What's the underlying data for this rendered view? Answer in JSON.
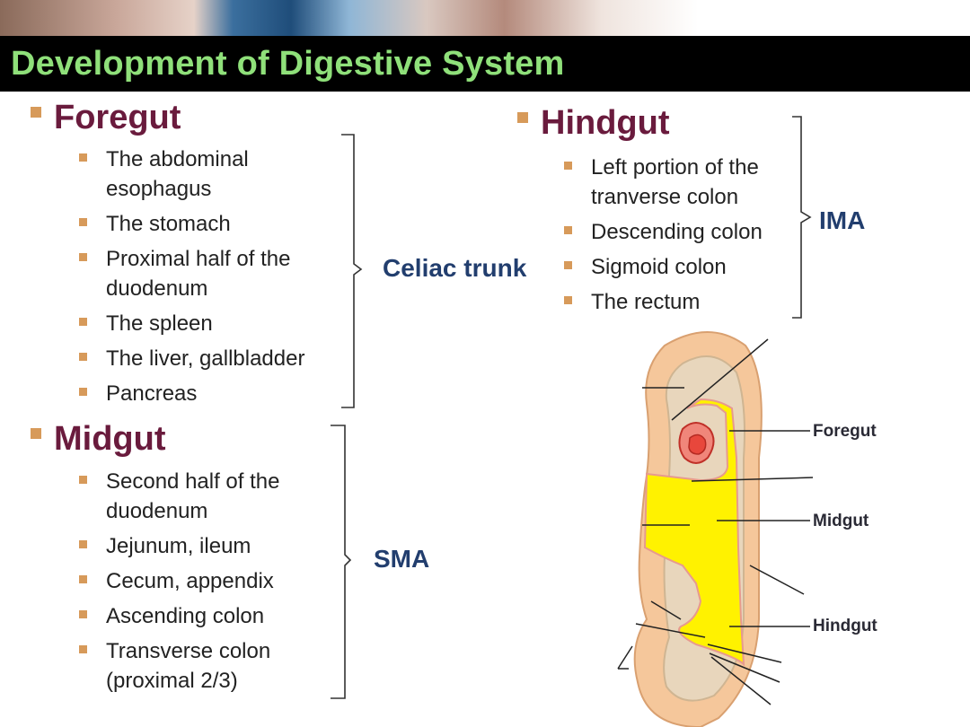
{
  "title": "Development of Digestive System",
  "foregut": {
    "heading": "Foregut",
    "items": [
      [
        "The abdominal",
        "esophagus"
      ],
      [
        "The stomach"
      ],
      [
        "Proximal half of the",
        "duodenum"
      ],
      [
        "The spleen"
      ],
      [
        "The liver, gallbladder"
      ],
      [
        "Pancreas"
      ]
    ],
    "artery": "Celiac trunk"
  },
  "midgut": {
    "heading": "Midgut",
    "items": [
      [
        "Second half of the",
        "duodenum"
      ],
      [
        "Jejunum, ileum"
      ],
      [
        "Cecum, appendix"
      ],
      [
        "Ascending colon"
      ],
      [
        "Transverse colon",
        "(proximal 2/3)"
      ]
    ],
    "artery": "SMA"
  },
  "hindgut": {
    "heading": "Hindgut",
    "items": [
      [
        "Left portion of the",
        "tranverse colon"
      ],
      [
        "Descending colon"
      ],
      [
        "Sigmoid colon"
      ],
      [
        "The rectum"
      ]
    ],
    "artery": "IMA"
  },
  "diagram": {
    "labels": {
      "foregut": "Foregut",
      "midgut": "Midgut",
      "hindgut": "Hindgut"
    },
    "colors": {
      "outer_wall": "#f5c79b",
      "inner_wall": "#e8d6bc",
      "gut_fill": "#fff200",
      "gut_outline": "#e79a8e",
      "stomach": "#e8473c"
    }
  }
}
